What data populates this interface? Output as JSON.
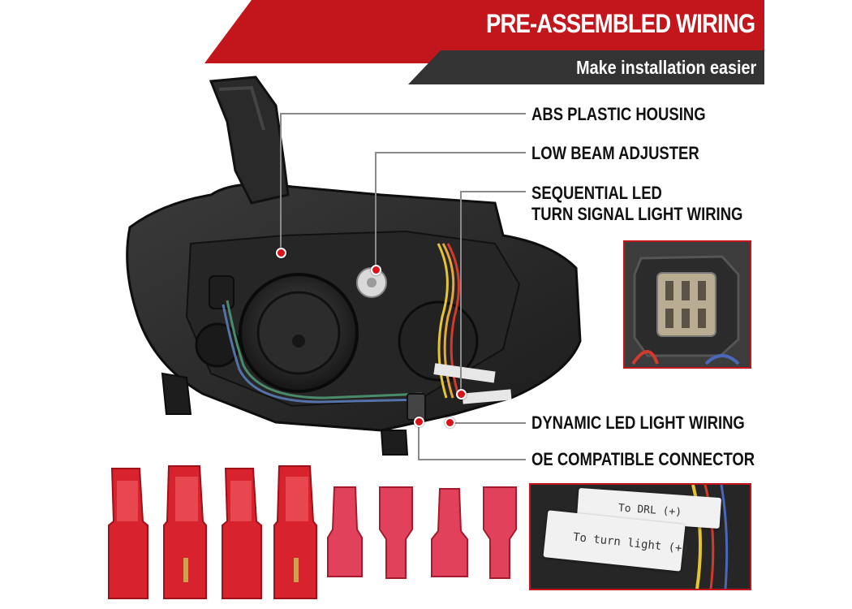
{
  "banner": {
    "title": "PRE-ASSEMBLED WIRING",
    "subtitle": "Make installation easier"
  },
  "callouts": [
    {
      "id": "abs",
      "text": "ABS PLASTIC HOUSING"
    },
    {
      "id": "low-beam",
      "text": "LOW BEAM ADJUSTER"
    },
    {
      "id": "seq-led-1",
      "text": "SEQUENTIAL LED"
    },
    {
      "id": "seq-led-2",
      "text": "TURN SIGNAL LIGHT WIRING"
    },
    {
      "id": "dynamic",
      "text": "DYNAMIC LED LIGHT WIRING"
    },
    {
      "id": "oe",
      "text": "OE COMPATIBLE CONNECTOR"
    }
  ],
  "inset_tags": {
    "drl": "To DRL (+)",
    "turn": "To turn light (+)"
  },
  "colors": {
    "brand_red": "#c3161c",
    "banner_dark": "#333333",
    "dot_red": "#d9121b",
    "connector_red": "#d8232f"
  },
  "icons": [
    "headlight-housing-image",
    "connector-closeup-image",
    "t-tap-connector",
    "spade-connector"
  ]
}
